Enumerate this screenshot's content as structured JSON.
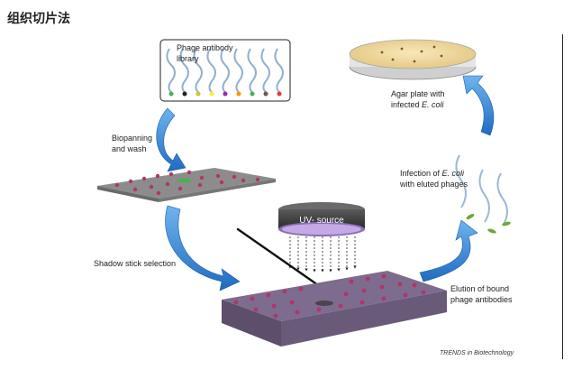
{
  "page": {
    "heading": "组织切片法"
  },
  "diagram": {
    "library_label": {
      "line1": "Phage antibody",
      "line2": "library"
    },
    "biopanning_label": {
      "line1": "Biopanning",
      "line2": "and wash"
    },
    "shadow_label": "Shadow stick selection",
    "uv_label": "UV- source",
    "elution_label": {
      "line1": "Elution of bound",
      "line2": "phage antibodies"
    },
    "infection_label": {
      "line1": "Infection of ",
      "italic1": "E. coli",
      "line2": "with eluted phages"
    },
    "agar_label": {
      "line1": "Agar plate with",
      "line2_prefix": "infected ",
      "line2_italic": "E. coli"
    },
    "credit": "TRENDS in Biotechnology"
  },
  "colors": {
    "arrow": "#2f7fd0",
    "slide_top": "#8a8a8a",
    "slide_purple": "#7a6a8c",
    "star": "#b0356a",
    "agar": "#f0dca0",
    "uv_box": "#3a3a3a"
  }
}
